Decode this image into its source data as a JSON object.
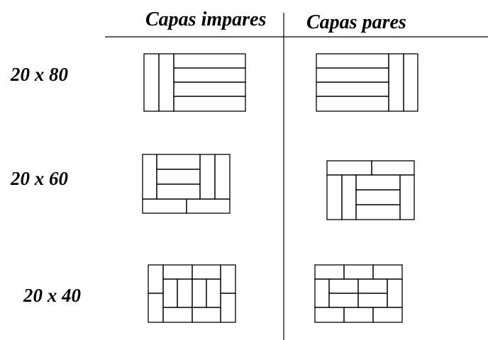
{
  "headers": {
    "odd_layers": "Capas impares",
    "even_layers": "Capas pares"
  },
  "rows": [
    {
      "label": "20 x 80"
    },
    {
      "label": "20 x 60"
    },
    {
      "label": "20 x 40"
    }
  ]
}
